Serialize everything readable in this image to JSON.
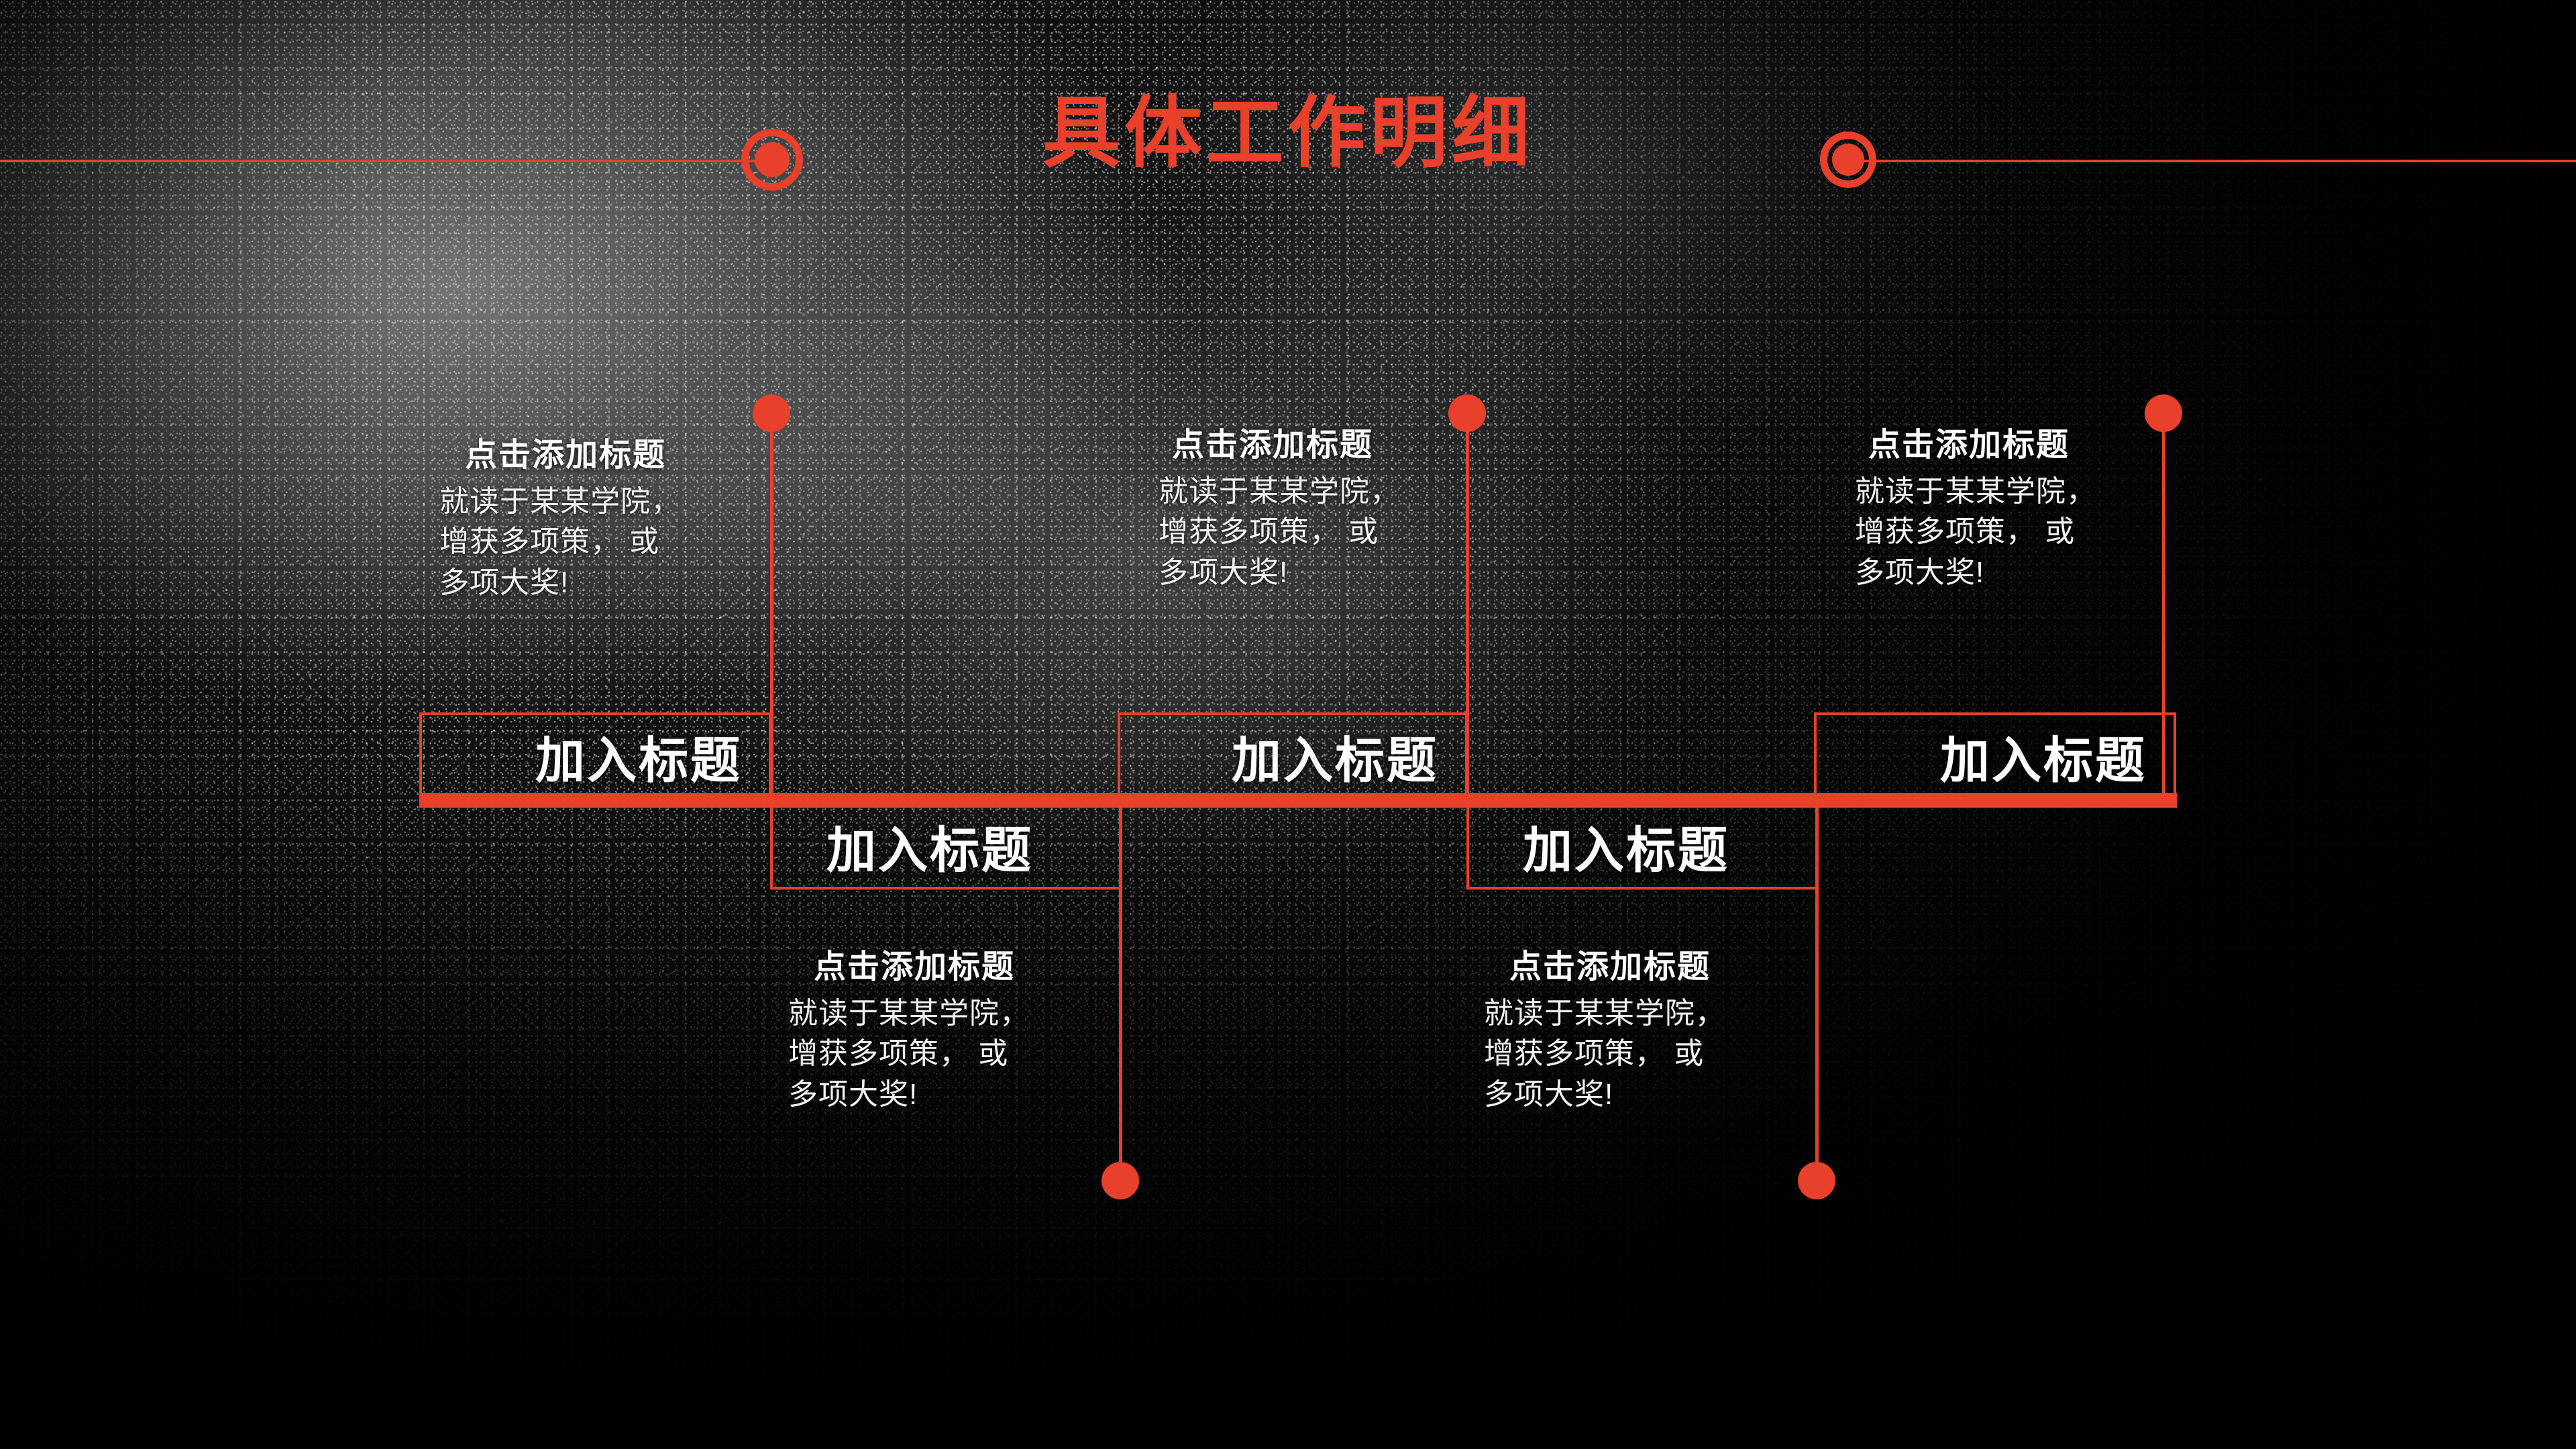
{
  "slide": {
    "title": "具体工作明细",
    "accent_color": "#e8402a",
    "text_color": "#ffffff",
    "background_color": "#111111"
  },
  "header": {
    "left_rule": "header-rule-left",
    "right_rule": "header-rule-right",
    "left_marker": "ring-with-dot",
    "right_marker": "ring-with-dot"
  },
  "timeline": {
    "boxes": [
      {
        "label": "加入标题"
      },
      {
        "label": "加入标题"
      },
      {
        "label": "加入标题"
      },
      {
        "label": "加入标题"
      },
      {
        "label": "加入标题"
      }
    ],
    "blocks": [
      {
        "heading": "点击添加标题",
        "line1": "就读于某某学院，",
        "line2": "增获多项策， 或",
        "line3": "多项大奖!"
      },
      {
        "heading": "点击添加标题",
        "line1": "就读于某某学院，",
        "line2": "增获多项策， 或",
        "line3": "多项大奖!"
      },
      {
        "heading": "点击添加标题",
        "line1": "就读于某某学院，",
        "line2": "增获多项策， 或",
        "line3": "多项大奖!"
      },
      {
        "heading": "点击添加标题",
        "line1": "就读于某某学院，",
        "line2": "增获多项策， 或",
        "line3": "多项大奖!"
      },
      {
        "heading": "点击添加标题",
        "line1": "就读于某某学院，",
        "line2": "增获多项策， 或",
        "line3": "多项大奖!"
      }
    ]
  }
}
